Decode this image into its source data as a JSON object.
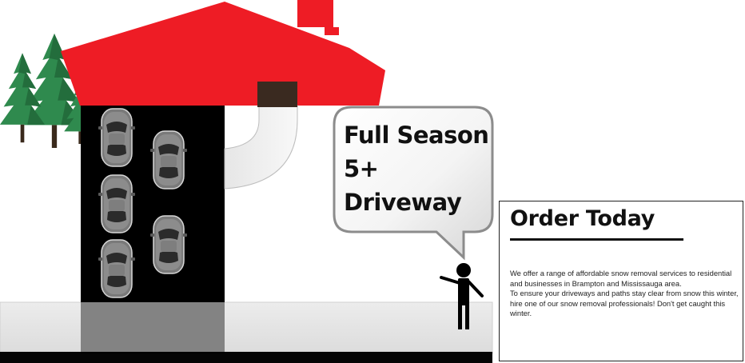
{
  "speech_bubble": {
    "line1": "Full Season",
    "line2": "5+",
    "line3": "Driveway"
  },
  "order_card": {
    "title": "Order Today",
    "paragraph1": "We offer a range of affordable snow removal services to residential and businesses in Brampton and Mississauga area.",
    "paragraph2": "To ensure your driveways and paths stay clear from snow this winter, hire one of our snow removal professionals! Don't get caught this winter."
  },
  "colors": {
    "roof": "#ee1c25",
    "driveway": "#000000",
    "car": "#808080",
    "tree": "#2f8a4e",
    "ground": "#e4e4e4",
    "chimney_pipe": "#3a2a20"
  },
  "icons": [
    "pine-tree-icon",
    "car-icon",
    "person-pointing-icon",
    "speech-bubble-icon"
  ]
}
